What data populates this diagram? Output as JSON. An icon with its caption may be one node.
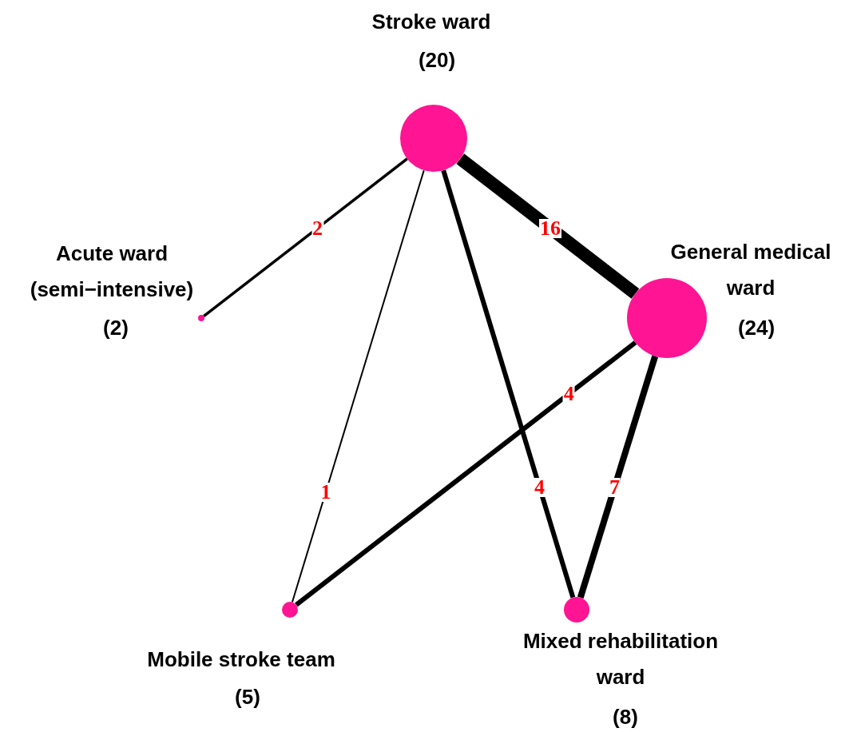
{
  "diagram": {
    "nodes": [
      {
        "text": [],
        "shape": "circle",
        "beside": [
          "Stroke ward",
          "(20)"
        ]
      },
      {
        "text": [],
        "shape": "circle",
        "beside": [
          "Acute ward (semi−intensive)",
          "(2)"
        ]
      },
      {
        "text": [],
        "shape": "circle",
        "beside": [
          "General medical ward",
          "(24)"
        ]
      },
      {
        "text": [],
        "shape": "circle",
        "beside": [
          "Mobile stroke team",
          "(5)"
        ]
      },
      {
        "text": [],
        "shape": "circle",
        "beside": [
          "Mixed rehabilitation ward",
          "(8)"
        ]
      }
    ],
    "edges": [
      {
        "from": 0,
        "to": 1,
        "arrow": "none",
        "label": "2"
      },
      {
        "from": 0,
        "to": 2,
        "arrow": "none",
        "label": "16",
        "style": "thick"
      },
      {
        "from": 0,
        "to": 3,
        "arrow": "none",
        "label": "1"
      },
      {
        "from": 0,
        "to": 4,
        "arrow": "none",
        "label": "4"
      },
      {
        "from": 2,
        "to": 3,
        "arrow": "none",
        "label": "4"
      },
      {
        "from": 2,
        "to": 4,
        "arrow": "none",
        "label": "7"
      }
    ]
  }
}
